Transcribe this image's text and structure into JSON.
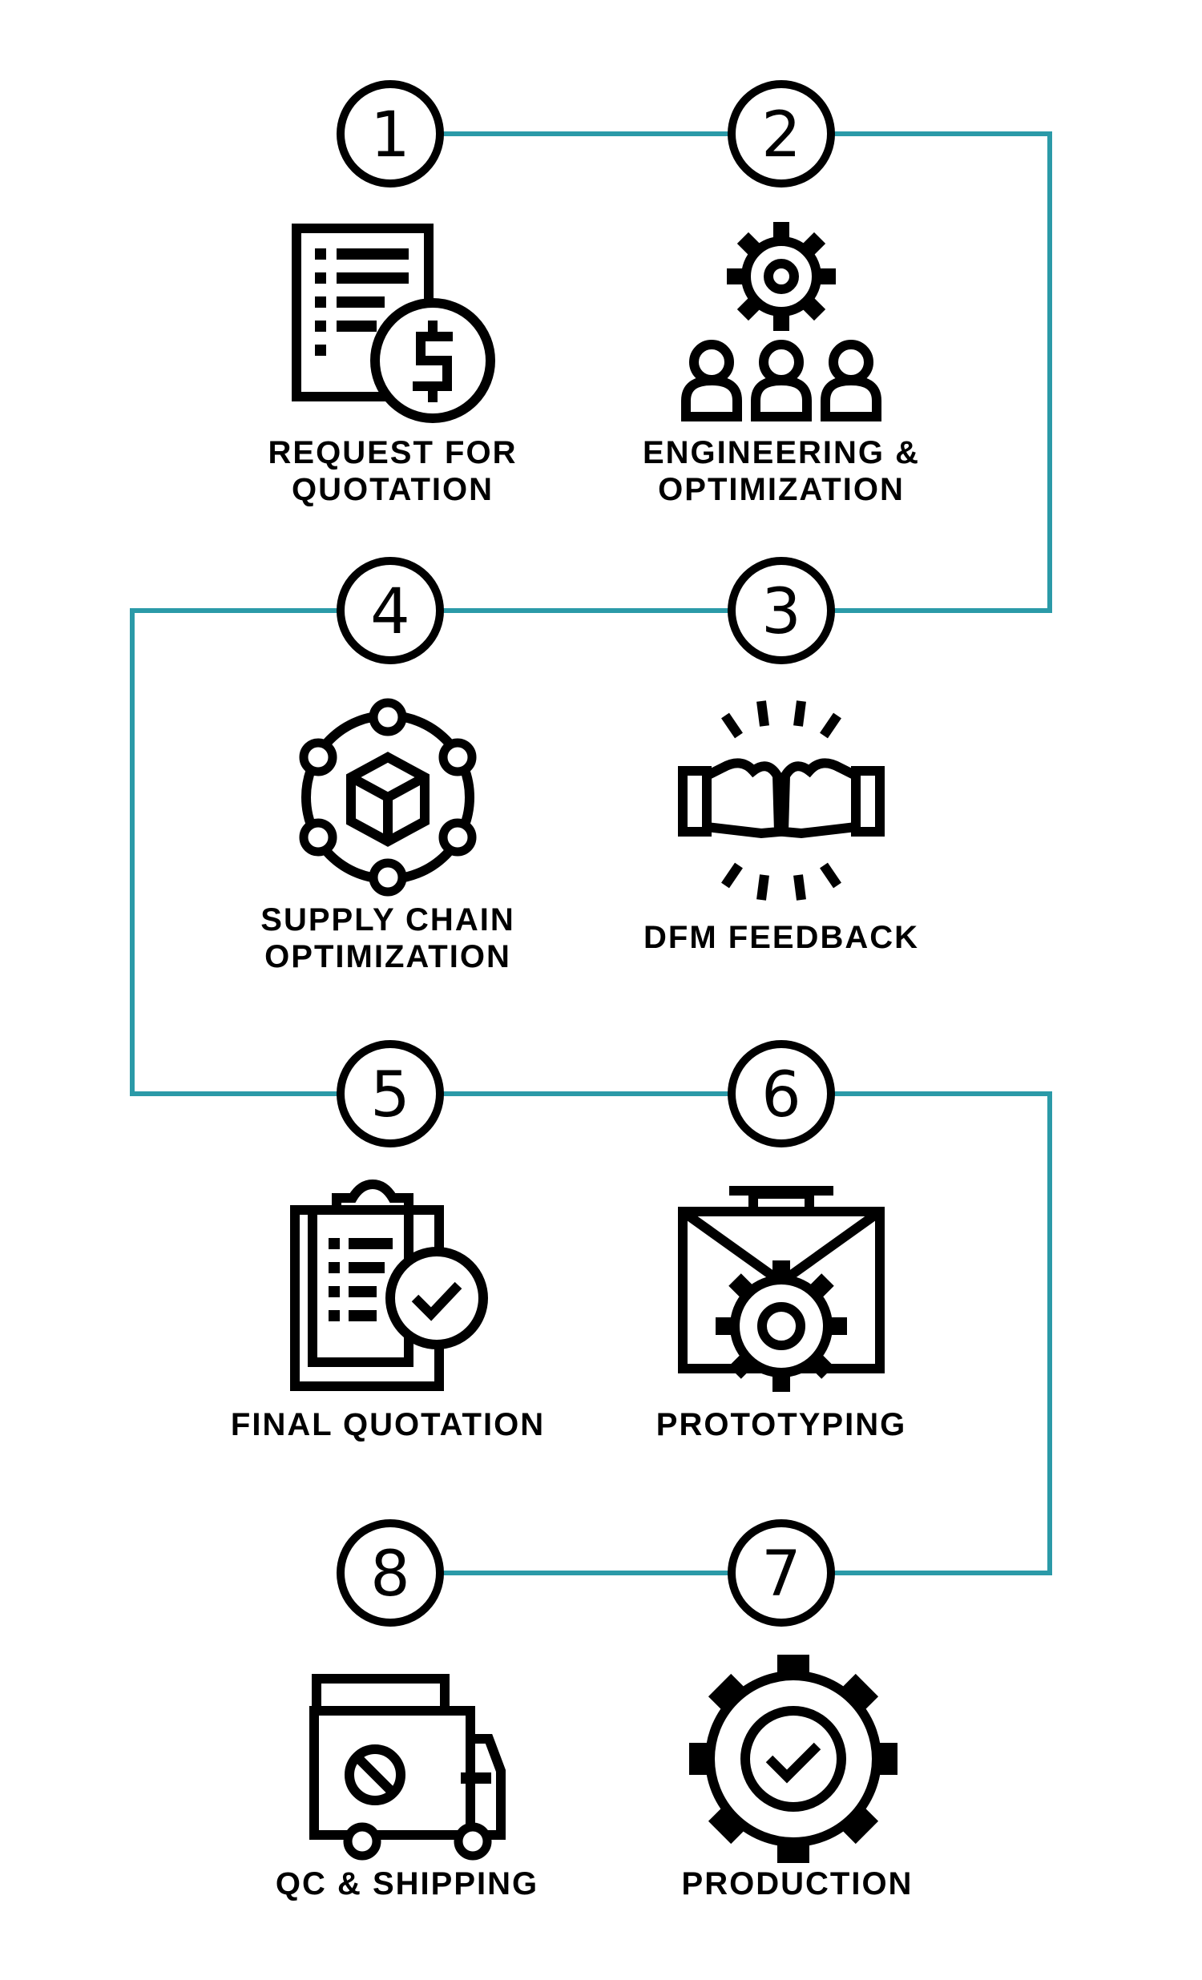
{
  "connector_color": "#2b9aa8",
  "steps": [
    {
      "number": "1",
      "line1": "REQUEST FOR",
      "line2": "QUOTATION",
      "icon": "document-dollar-icon"
    },
    {
      "number": "2",
      "line1": "ENGINEERING &",
      "line2": "OPTIMIZATION",
      "icon": "gear-team-icon"
    },
    {
      "number": "3",
      "line1": "DFM FEEDBACK",
      "line2": "",
      "icon": "fist-bump-icon"
    },
    {
      "number": "4",
      "line1": "SUPPLY CHAIN",
      "line2": "OPTIMIZATION",
      "icon": "network-cube-icon"
    },
    {
      "number": "5",
      "line1": "FINAL QUOTATION",
      "line2": "",
      "icon": "clipboard-check-icon"
    },
    {
      "number": "6",
      "line1": "PROTOTYPING",
      "line2": "",
      "icon": "briefcase-gear-icon"
    },
    {
      "number": "7",
      "line1": "PRODUCTION",
      "line2": "",
      "icon": "gear-check-icon"
    },
    {
      "number": "8",
      "line1": "QC & SHIPPING",
      "line2": "",
      "icon": "truck-icon"
    }
  ]
}
